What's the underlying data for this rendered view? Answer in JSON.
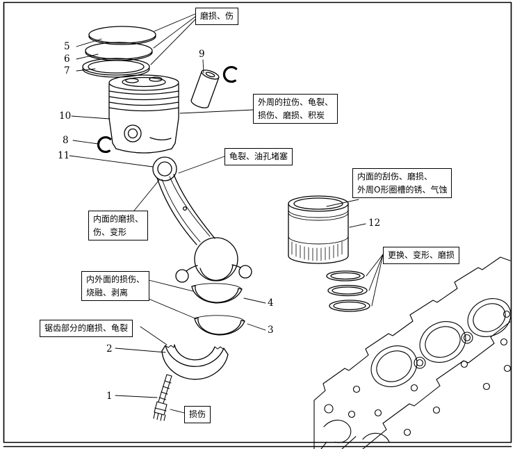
{
  "colors": {
    "line": "#000000",
    "background": "#ffffff"
  },
  "figure": {
    "callouts": {
      "rings": "磨损、伤",
      "piston_outer": "外周的拉伤、龟裂、\n损伤、磨损、积炭",
      "rod": "龟裂、油孔堵塞",
      "small_end": "内面的磨损、\n伤、变形",
      "liner": "内面的刮伤、磨损、\n外周O形圈槽的锈、气蚀",
      "orings": "更换、变形、磨损",
      "bearings": "内外面的损伤、\n烧融、剥离",
      "serration": "锯齿部分的磨损、龟裂",
      "bolt": "损伤"
    },
    "numbers": {
      "n1": "1",
      "n2": "2",
      "n3": "3",
      "n4": "4",
      "n5": "5",
      "n6": "6",
      "n7": "7",
      "n8": "8",
      "n9": "9",
      "n10": "10",
      "n11": "11",
      "n12": "12"
    }
  }
}
